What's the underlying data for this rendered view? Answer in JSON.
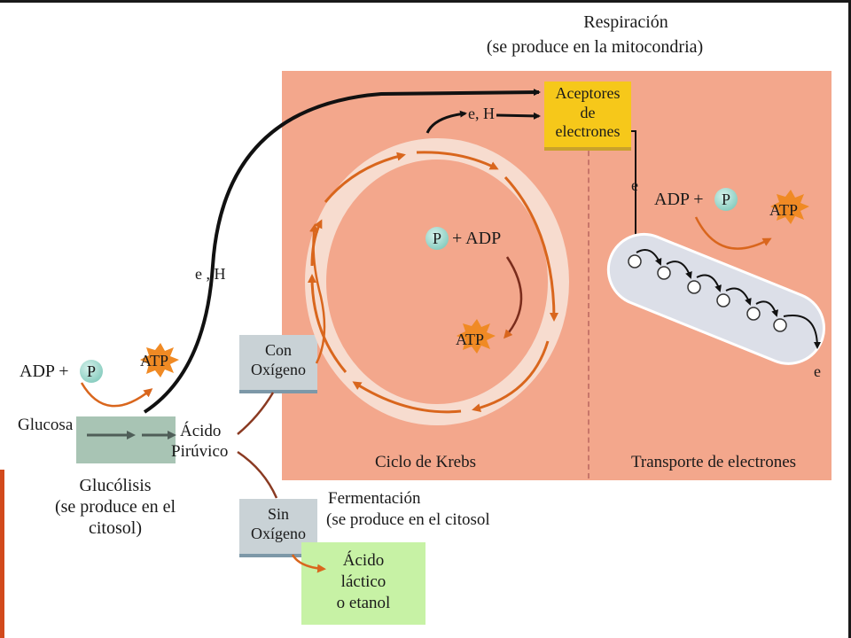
{
  "respiration": {
    "title": "Respiración",
    "subtitle": "(se produce en la mitocondria)"
  },
  "acceptors": {
    "line1": "Aceptores",
    "line2": "de",
    "line3": "electrones"
  },
  "krebs": {
    "eh_label": "e, H",
    "p_label": "P",
    "adp_label": "+ ADP",
    "atp_label": "ATP",
    "name": "Ciclo de Krebs"
  },
  "transport": {
    "e_top": "e",
    "adp_label": "ADP +",
    "p_label": "P",
    "atp_label": "ATP",
    "e_bottom": "e",
    "name": "Transporte de electrones"
  },
  "glycolysis": {
    "adp_label": "ADP +",
    "p_label": "P",
    "atp_label": "ATP",
    "glucose": "Glucosa",
    "pyruvic_line1": "Ácido",
    "pyruvic_line2": "Pirúvico",
    "eh_label": "e , H",
    "title_line1": "Glucólisis",
    "title_line2": "(se produce en el",
    "title_line3": "citosol)"
  },
  "oxygen": {
    "with_line1": "Con",
    "with_line2": "Oxígeno",
    "without_line1": "Sin",
    "without_line2": "Oxígeno"
  },
  "fermentation": {
    "title": "Fermentación",
    "subtitle": "(se produce en el citosol",
    "result_line1": "Ácido",
    "result_line2": "láctico",
    "result_line3": "o etanol"
  },
  "colors": {
    "mitochondria_bg": "#f3a78c",
    "acceptor_box": "#f6c81a",
    "fermentation_box": "#c7f2a5",
    "oxygen_box": "#c9d2d6",
    "arrow_orange": "#d9661d",
    "atp_burst": "#f08a24",
    "phosphate": "#6ec0b0"
  }
}
